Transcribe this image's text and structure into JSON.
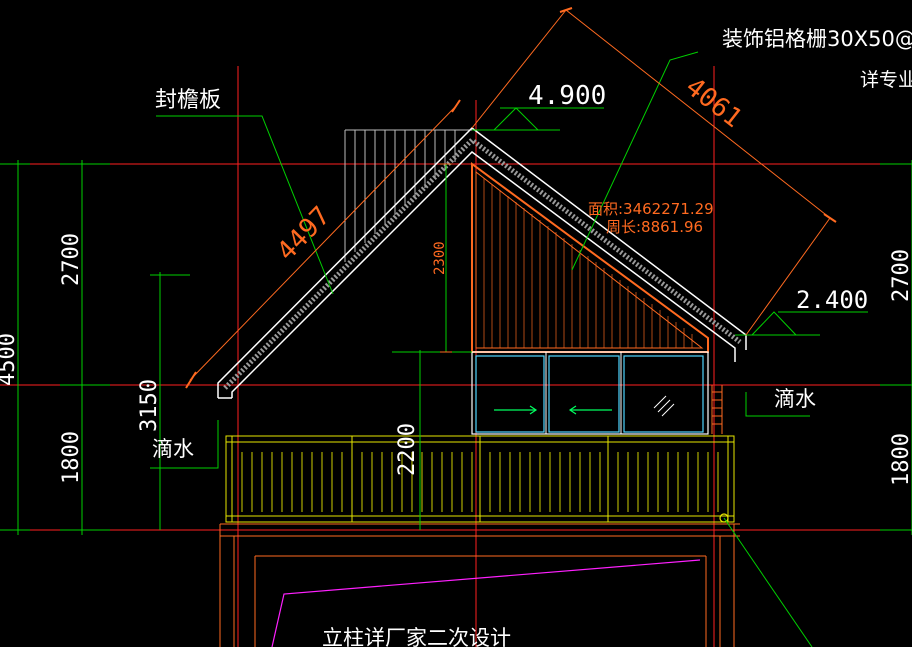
{
  "drawing": {
    "background": "#000000",
    "colors": {
      "red": "#ff2020",
      "green": "#00d000",
      "white": "#ffffff",
      "yellow": "#e6e600",
      "orange": "#ff6a20",
      "cyan": "#4fd6ff",
      "magenta": "#ff20ff",
      "grey": "#9a9a9a",
      "lime": "#00ff60"
    }
  },
  "labels": {
    "fascia": "封檐板",
    "grille_line1": "装饰铝格栅30X50@",
    "grille_line2": "详专业",
    "drip_right": "滴水",
    "drip_left": "滴水",
    "area": "面积:3462271.29",
    "perimeter": "周长:8861.96",
    "bottom_note": "立柱详厂家二次设计"
  },
  "dimensions": {
    "elev_top": "4.900",
    "elev_right": "2.400",
    "slope_left": "4497",
    "slope_right": "4061",
    "left_upper": "2700",
    "left_lower": "1800",
    "left_total": "4500",
    "left_3150": "3150",
    "center_2300": "2300",
    "center_2200": "2200",
    "right_upper": "2700",
    "right_lower": "1800"
  }
}
